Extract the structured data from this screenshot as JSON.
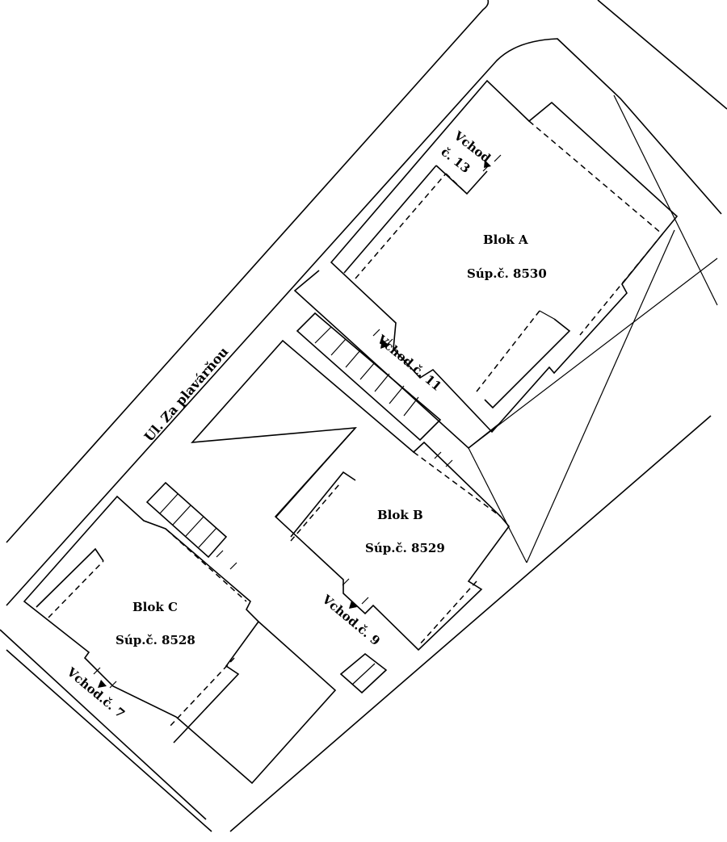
{
  "street": {
    "name": "Ul. Za plavárňou"
  },
  "blocks": [
    {
      "name": "Blok A",
      "number": "Súp.č. 8530"
    },
    {
      "name": "Blok B",
      "number": "Súp.č. 8529"
    },
    {
      "name": "Blok C",
      "number": "Súp.č. 8528"
    }
  ],
  "entrances": [
    {
      "line1": "Vchod",
      "line2": "č. 13"
    },
    {
      "label": "Vchod.č. 11"
    },
    {
      "label": "Vchod.č. 9"
    },
    {
      "label": "Vchod.č. 7"
    }
  ]
}
